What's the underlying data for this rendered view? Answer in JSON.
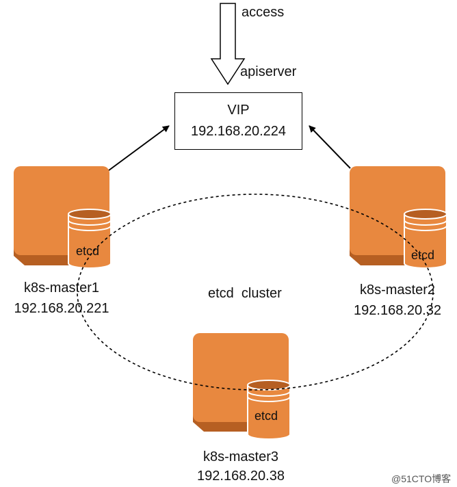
{
  "access_label": "access",
  "apiserver_label": "apiserver",
  "vip": {
    "title": "VIP",
    "ip": "192.168.20.224"
  },
  "cluster_label": "etcd  cluster",
  "nodes": [
    {
      "name": "k8s-master1",
      "ip": "192.168.20.221",
      "etcd_label": "etcd"
    },
    {
      "name": "k8s-master2",
      "ip": "192.168.20.32",
      "etcd_label": "etcd"
    },
    {
      "name": "k8s-master3",
      "ip": "192.168.20.38",
      "etcd_label": "etcd"
    }
  ],
  "watermark": "@51CTO博客",
  "colors": {
    "node_fill": "#E8883F",
    "node_shadow": "#B65F22",
    "etcd_fill": "#E8883F",
    "line": "#000000"
  }
}
